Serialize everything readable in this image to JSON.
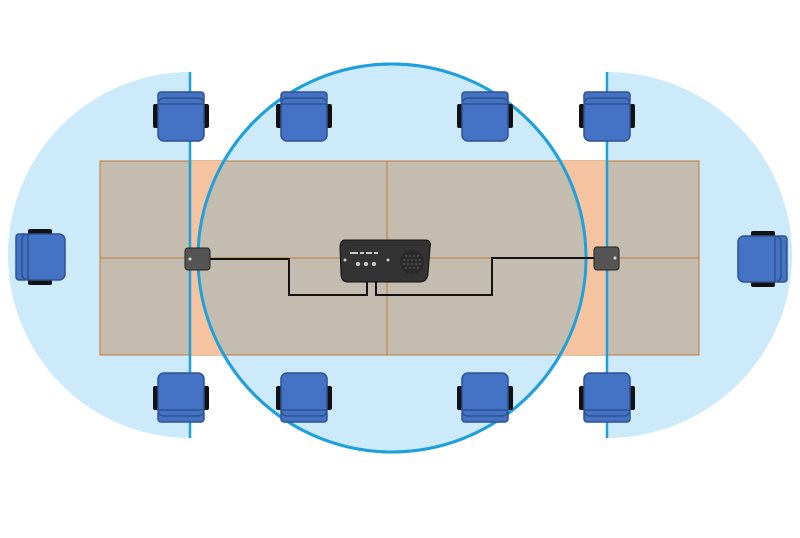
{
  "diagram": {
    "colors": {
      "pickup_zone_fill": "#cdeafa",
      "pickup_zone_stroke": "#1ea0dc",
      "boundary_line": "#1ea0dc",
      "table_top": "#c4bcae",
      "table_edge": "#c0783a",
      "table_overlap": "#f5c3a0",
      "chair_fill": "#4472c4",
      "chair_stroke": "#2f528f",
      "chair_arm": "#111111",
      "device_body": "#333333",
      "cable": "#111111"
    },
    "icons": {
      "hub": "speakerphone-icon",
      "extension_mic": "extension-microphone-icon",
      "seat": "chair-icon"
    },
    "counts": {
      "chairs": 10,
      "extension_microphones": 2,
      "table_sections": 4
    }
  }
}
